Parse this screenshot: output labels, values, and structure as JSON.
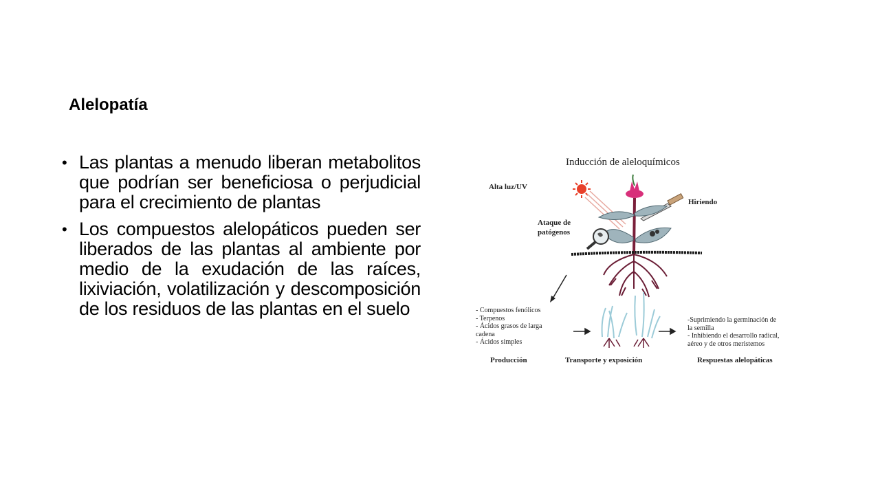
{
  "slide": {
    "title": "Alelopatía",
    "bullets": [
      "Las plantas a menudo liberan metabolitos que podrían ser beneficiosa o perjudicial para el crecimiento de plantas",
      "Los compuestos alelopáticos pueden ser liberados de las plantas al ambiente por medio de la exudación de las raíces, lixiviación, volatilización y descomposición de los residuos de las plantas en el suelo"
    ]
  },
  "figure": {
    "title": "Inducción de aleloquímicos",
    "label_light": "Alta luz/UV",
    "label_wound": "Hiriendo",
    "label_pathogen_1": "Ataque de",
    "label_pathogen_2": "patógenos",
    "compounds": [
      "- Compuestos fenólicos",
      "- Terpenos",
      "- Ácidos grasos de larga",
      "cadena",
      "- Ácidos simples"
    ],
    "responses": [
      "-Suprimiendo la germinación de",
      "la semilla",
      "- Inhibiendo el desarrollo radical,",
      "aéreo y de otros meristemos"
    ],
    "caption_production": "Producción",
    "caption_transport": "Transporte y exposición",
    "caption_responses": "Respuestas alelopáticas",
    "colors": {
      "sun": "#e8402a",
      "flower": "#d8307a",
      "leaf": "#9fb4bc",
      "stem": "#7a1f3a",
      "soil": "#1a1a1a"
    }
  }
}
